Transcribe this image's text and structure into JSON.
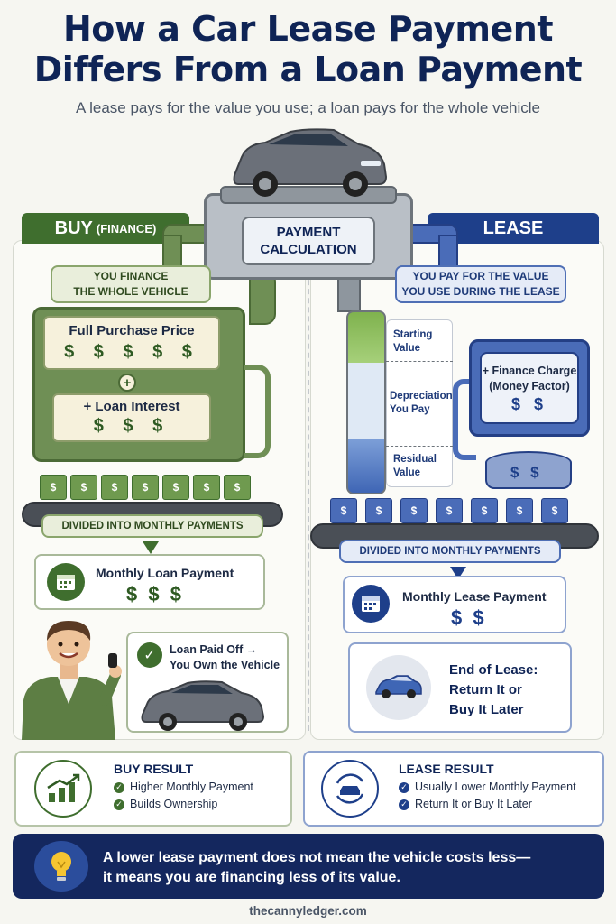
{
  "title_line1": "How a Car Lease Payment",
  "title_line2": "Differs From a Loan Payment",
  "subtitle": "A lease pays for the value you use; a loan pays for the whole vehicle",
  "center": {
    "label_line1": "PAYMENT",
    "label_line2": "CALCULATION"
  },
  "buy": {
    "header": "BUY",
    "header_sub": "(FINANCE)",
    "finance_line1": "YOU FINANCE",
    "finance_line2": "THE WHOLE VEHICLE",
    "purchase_label": "Full Purchase Price",
    "purchase_dollars": "$ $ $ $ $",
    "plus": "+",
    "interest_label": "+ Loan Interest",
    "interest_dollars": "$ $ $",
    "brick_symbol": "$",
    "divided": "DIVIDED INTO MONTHLY PAYMENTS",
    "monthly_label": "Monthly Loan Payment",
    "monthly_dollars": "$ $ $",
    "paidoff_line1": "Loan Paid Off →",
    "paidoff_line2": "You Own the Vehicle"
  },
  "lease": {
    "header": "LEASE",
    "value_line1": "YOU PAY FOR THE VALUE",
    "value_line2": "YOU USE DURING THE LEASE",
    "tube_start_1": "Starting",
    "tube_start_2": "Value",
    "tube_dep_1": "Depreciation",
    "tube_dep_2": "You Pay",
    "tube_res_1": "Residual",
    "tube_res_2": "Value",
    "charge_line1": "+ Finance Charge",
    "charge_line2": "(Money Factor)",
    "charge_dollars": "$ $",
    "funnel_dollars": "$ $",
    "brick_symbol": "$",
    "divided": "DIVIDED INTO MONTHLY PAYMENTS",
    "monthly_label": "Monthly Lease Payment",
    "monthly_dollars": "$ $",
    "end_line1": "End of Lease:",
    "end_line2": "Return It or",
    "end_line3": "Buy It Later"
  },
  "buy_result": {
    "title": "BUY RESULT",
    "item1": "Higher Monthly Payment",
    "item2": "Builds Ownership"
  },
  "lease_result": {
    "title": "LEASE RESULT",
    "item1": "Usually Lower Monthly Payment",
    "item2": "Return It or Buy It Later"
  },
  "bottom_line1": "A lower lease payment does not mean the vehicle costs less—",
  "bottom_line2": "it means you are financing less of its value.",
  "footer": "thecannyledger.com",
  "colors": {
    "buy_green": "#3f6e2e",
    "lease_blue": "#1e3f8a",
    "navy": "#0f2456"
  }
}
